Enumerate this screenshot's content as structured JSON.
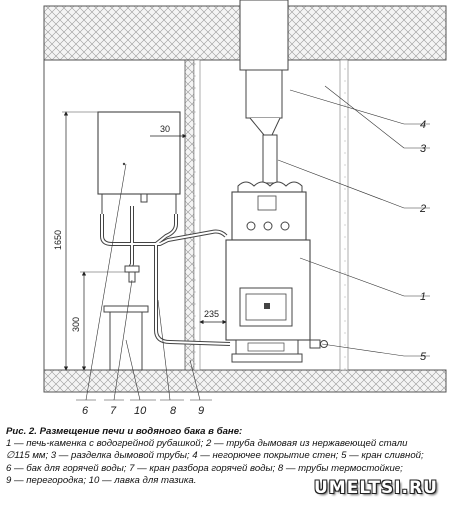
{
  "diagram": {
    "callouts": [
      "1",
      "2",
      "3",
      "4",
      "5",
      "6",
      "7",
      "8",
      "9",
      "10"
    ],
    "dims": {
      "d1650": "1650",
      "d300": "300",
      "d30": "30",
      "d235": "235"
    }
  },
  "caption": {
    "title": "Рис. 2. Размещение печи и водяного бака в бане:",
    "lines": [
      "1 — печь-каменка с водогрейной рубашкой; 2 — труба дымовая из нержавеющей стали",
      "∅115 мм; 3 — разделка дымовой трубы; 4 — негорючее покрытие стен; 5 — кран сливной;",
      "6 — бак для горячей воды; 7 — кран разбора горячей воды; 8 — трубы термостойкие;",
      "9 — перегородка; 10 — лавка для тазика."
    ]
  },
  "watermark": "UMELTSI.RU"
}
